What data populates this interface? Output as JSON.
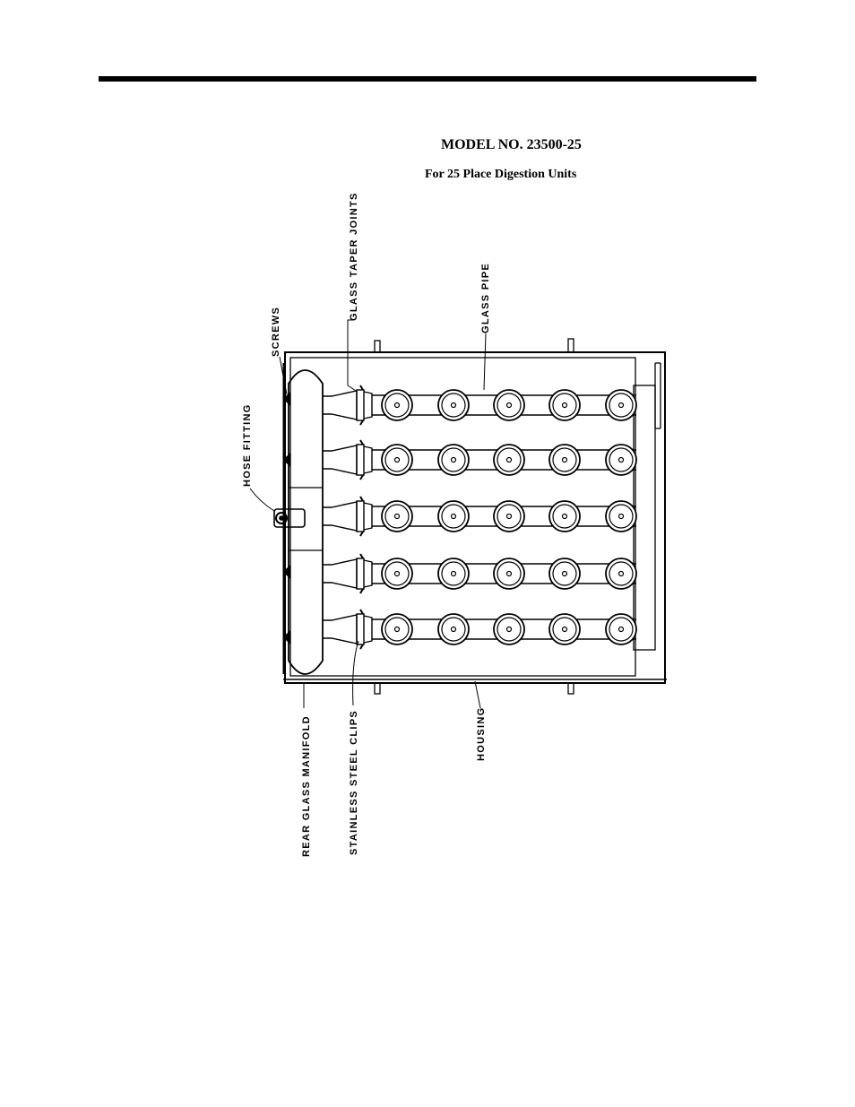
{
  "header": {
    "model": "MODEL NO. 23500-25",
    "subtitle": "For 25 Place Digestion Units"
  },
  "labels": {
    "screws": "SCREWS",
    "hose_fitting": "HOSE   FITTING",
    "glass_taper_joints": "GLASS   TAPER   JOINTS",
    "glass_pipe": "GLASS   PIPE",
    "rear_glass_manifold": "REAR   GLASS   MANIFOLD",
    "stainless_steel_clips": "STAINLESS   STEEL   CLIPS",
    "housing": "HOUSING"
  },
  "grid": {
    "rows": 5,
    "columns": 5
  }
}
